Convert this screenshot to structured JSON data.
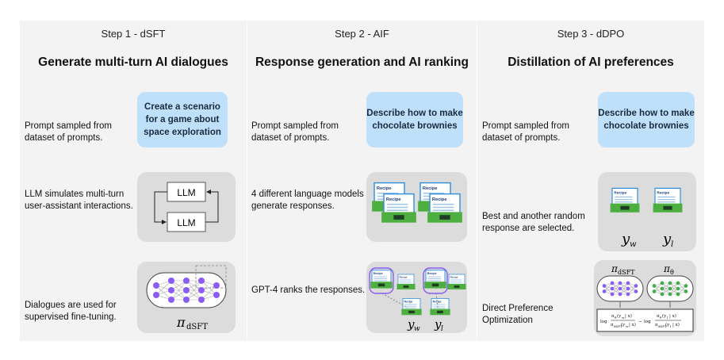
{
  "panels": [
    {
      "step": "Step 1 - dSFT",
      "heading": "Generate multi-turn AI dialogues",
      "rows": [
        "Prompt sampled from\ndataset of prompts.",
        "LLM simulates multi-turn\nuser-assistant interactions.",
        "Dialogues are used for\nsupervised fine-tuning."
      ],
      "prompt": "Create a scenario\nfor a game about\nspace exploration",
      "llm_top": "LLM",
      "llm_bottom": "LLM",
      "model_label": "π",
      "model_sub": "dSFT"
    },
    {
      "step": "Step 2 - AIF",
      "heading": "Response generation and AI ranking",
      "rows": [
        "Prompt sampled from\ndataset of prompts.",
        "4 different language models\ngenerate responses.",
        "GPT-4 ranks the responses."
      ],
      "prompt": "Describe how to make\nchocolate brownies",
      "card_title": "Recipe",
      "yw": "y",
      "yw_sub": "w",
      "yl": "y",
      "yl_sub": "l"
    },
    {
      "step": "Step 3 - dDPO",
      "heading": "Distillation of AI preferences",
      "rows": [
        "Prompt sampled from\ndataset of prompts.",
        "Best and another random\nresponse are selected.",
        "Direct Preference\nOptimization"
      ],
      "prompt": "Describe how to make\nchocolate brownies",
      "yw": "y",
      "yw_sub": "w",
      "yl": "y",
      "yl_sub": "l",
      "pi_left": "π",
      "pi_left_sub": "dSFT",
      "pi_right": "π",
      "pi_right_sub": "θ"
    }
  ],
  "colors": {
    "panel": "#f3f3f3",
    "prompt_bg": "#bfe0fb",
    "box_bg": "#dcdcdc",
    "node_purple": "#8a5cf5",
    "node_green": "#3fae49",
    "card_blue": "#2f8fdc",
    "tray_green": "#4caf3f"
  }
}
